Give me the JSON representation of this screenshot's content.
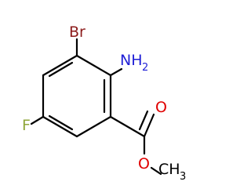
{
  "molecule": {
    "atoms": {
      "bromine": "Br",
      "amine_main": "NH",
      "amine_subscript": "2",
      "fluorine": "F",
      "carbonyl_oxygen": "O",
      "ester_oxygen": "O",
      "methyl_main": "CH",
      "methyl_subscript": "3"
    }
  },
  "colors": {
    "bond": "#000000",
    "bromine": "#8b1a1a",
    "nitrogen": "#1f1fd6",
    "fluorine": "#8fa63a",
    "oxygen": "#e00000",
    "carbon": "#000000"
  }
}
